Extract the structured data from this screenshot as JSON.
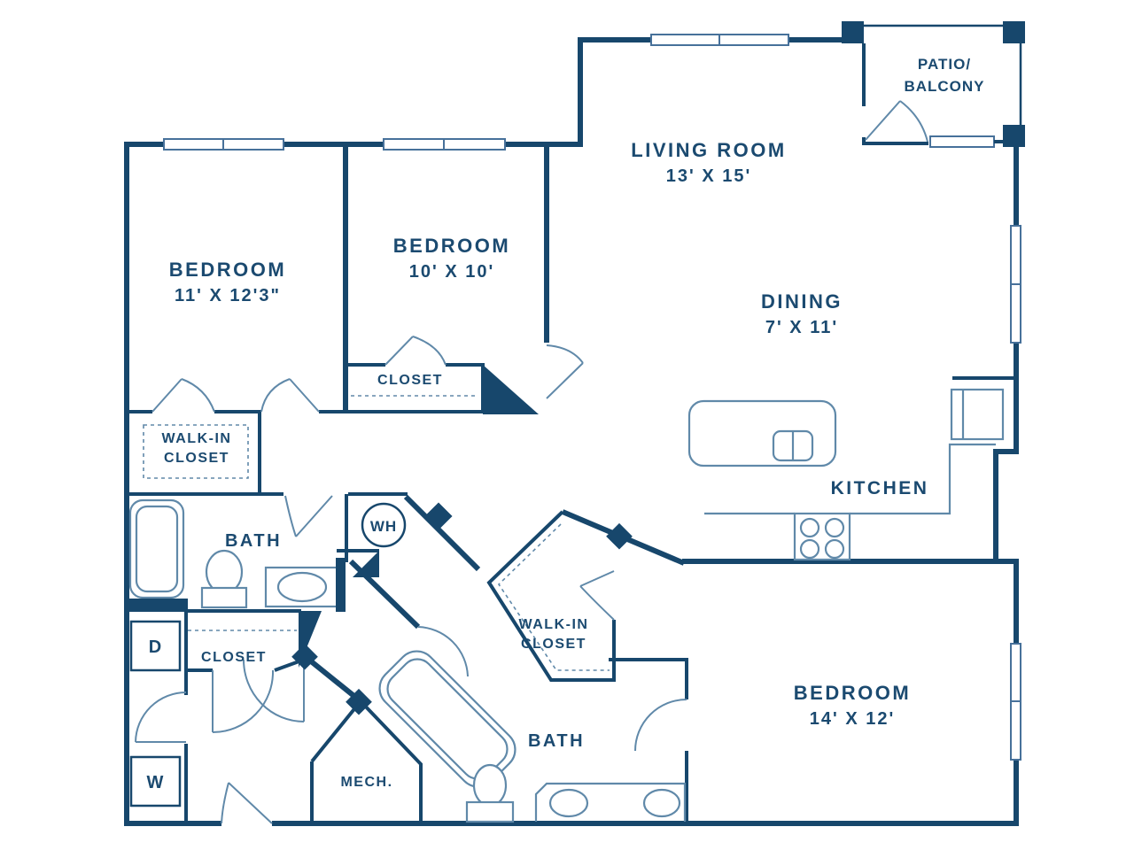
{
  "plan": {
    "patio": {
      "line1": "PATIO/",
      "line2": "BALCONY"
    },
    "living": {
      "name": "LIVING ROOM",
      "dims": "13' X 15'"
    },
    "dining": {
      "name": "DINING",
      "dims": "7' X 11'"
    },
    "kitchen": {
      "name": "KITCHEN"
    },
    "bedroom1": {
      "name": "BEDROOM",
      "dims": "11' X 12'3\""
    },
    "bedroom2": {
      "name": "BEDROOM",
      "dims": "10' X 10'"
    },
    "bedroom3": {
      "name": "BEDROOM",
      "dims": "14' X 12'"
    },
    "bath1": {
      "name": "BATH"
    },
    "bath2": {
      "name": "BATH"
    },
    "walkin_closet_upper": {
      "line1": "WALK-IN",
      "line2": "CLOSET"
    },
    "walkin_closet_lower": {
      "line1": "WALK-IN",
      "line2": "CLOSET"
    },
    "closet_bedroom2": {
      "name": "CLOSET"
    },
    "closet_hall": {
      "name": "CLOSET"
    },
    "mech": {
      "name": "MECH."
    },
    "water_heater": {
      "label": "WH"
    },
    "dryer": {
      "label": "D"
    },
    "washer": {
      "label": "W"
    }
  },
  "colors": {
    "wall": "#17476c",
    "text": "#1b4a70",
    "fixture": "#6089a9",
    "background": "#ffffff"
  }
}
